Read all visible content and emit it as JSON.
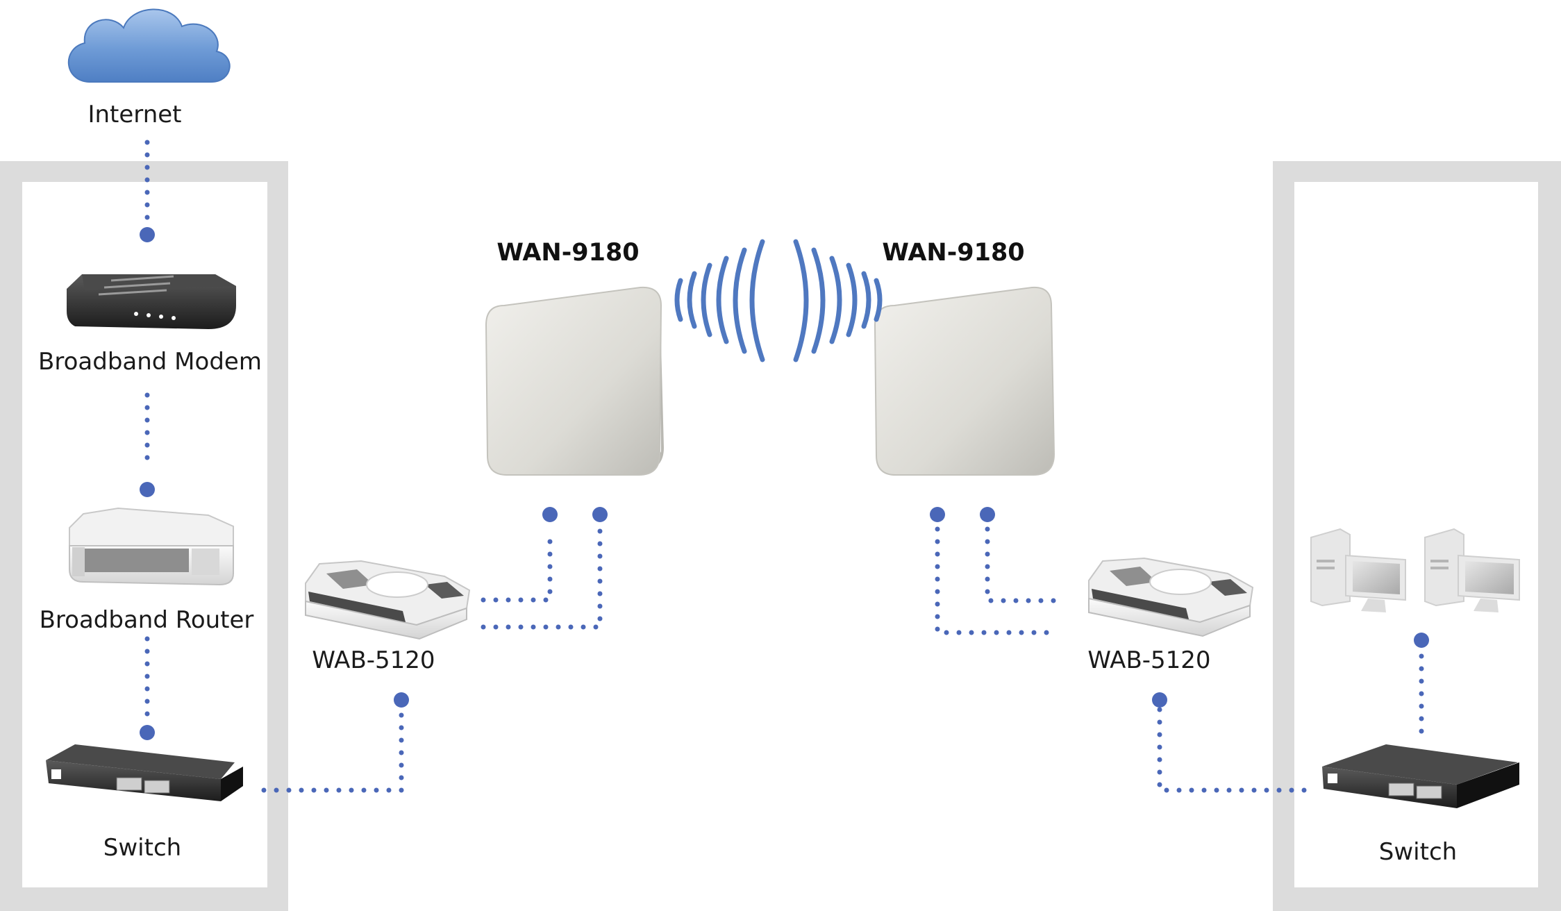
{
  "colors": {
    "link": "#4a67b8",
    "panel": "#dcdcdc",
    "signal": "#4f78c0",
    "cloud": "#6e9bd6",
    "antenna": "#dcdbd5"
  },
  "labels": {
    "internet": "Internet",
    "modem": "Broadband Modem",
    "router": "Broadband Router",
    "switch_left": "Switch",
    "switch_right": "Switch",
    "antenna_left": "WAN-9180",
    "antenna_right": "WAN-9180",
    "bridge_left": "WAB-5120",
    "bridge_right": "WAB-5120"
  },
  "icons": {
    "cloud": "cloud-icon",
    "modem": "modem-icon",
    "router": "router-icon",
    "switch": "network-switch-icon",
    "antenna": "panel-antenna-icon",
    "bridge": "wireless-bridge-icon",
    "computer": "desktop-computer-icon",
    "signal": "wireless-signal-icon"
  }
}
